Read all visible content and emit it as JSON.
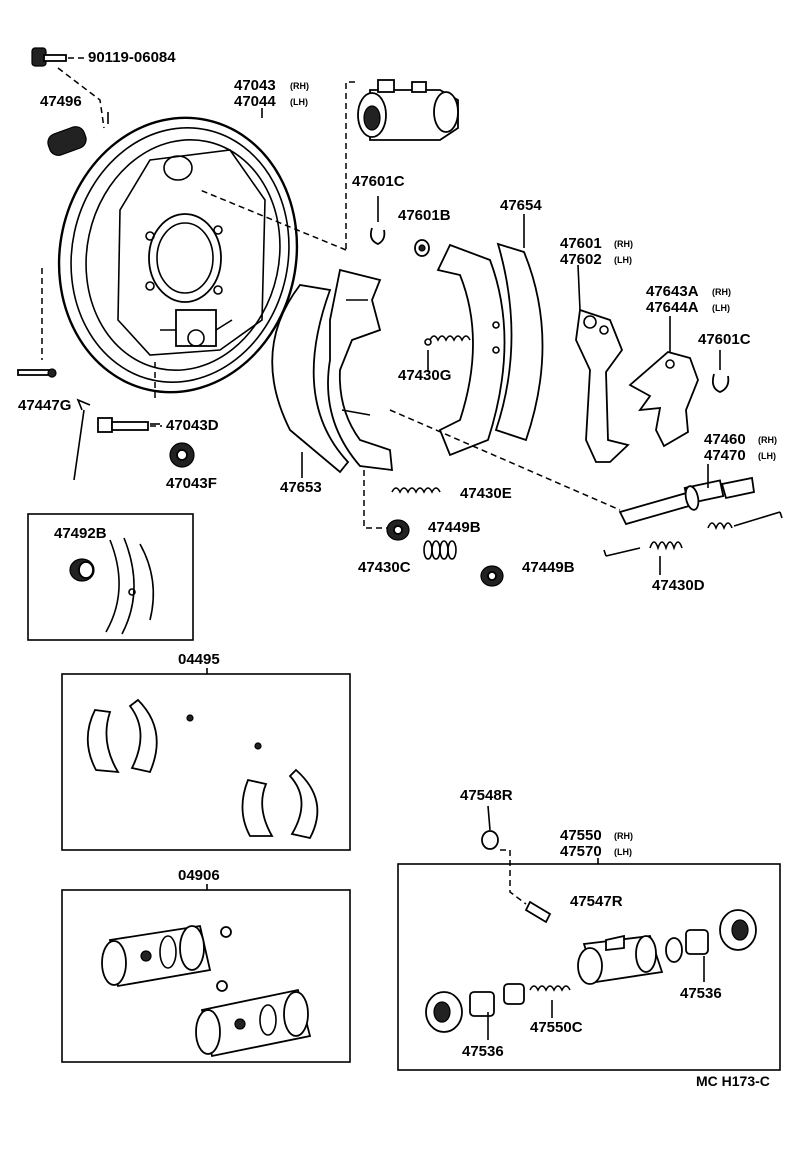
{
  "labels": {
    "p90119": "90119-06084",
    "p47496": "47496",
    "p47043": "47043",
    "p47043_side": "(RH)",
    "p47044": "47044",
    "p47044_side": "(LH)",
    "p47601C_a": "47601C",
    "p47601B": "47601B",
    "p47654": "47654",
    "p47601": "47601",
    "p47601_side": "(RH)",
    "p47602": "47602",
    "p47602_side": "(LH)",
    "p47643A": "47643A",
    "p47643A_side": "(RH)",
    "p47644A": "47644A",
    "p47644A_side": "(LH)",
    "p47601C_b": "47601C",
    "p47430G": "47430G",
    "p47447G": "47447G",
    "p47043D": "47043D",
    "p47043F": "47043F",
    "p47653": "47653",
    "p47460": "47460",
    "p47460_side": "(RH)",
    "p47470": "47470",
    "p47470_side": "(LH)",
    "p47430E": "47430E",
    "p47449B_a": "47449B",
    "p47430C": "47430C",
    "p47449B_b": "47449B",
    "p47430D": "47430D",
    "p47492B": "47492B",
    "p04495": "04495",
    "p04906": "04906",
    "p47548R": "47548R",
    "p47550": "47550",
    "p47550_side": "(RH)",
    "p47570": "47570",
    "p47570_side": "(LH)",
    "p47547R": "47547R",
    "p47536_a": "47536",
    "p47536_b": "47536",
    "p47550C": "47550C",
    "code": "MC H173-C"
  }
}
